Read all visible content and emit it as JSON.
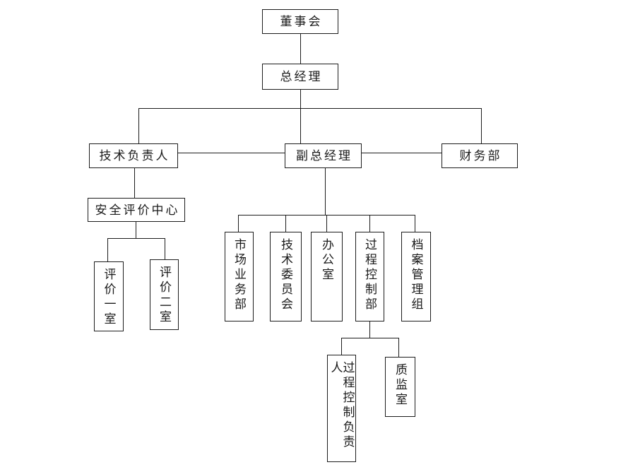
{
  "diagram": {
    "type": "org-chart",
    "nodes": {
      "board": {
        "label": "董事会"
      },
      "general_manager": {
        "label": "总经理"
      },
      "technical_lead": {
        "label": "技术负责人"
      },
      "deputy_general_manager": {
        "label": "副总经理"
      },
      "finance_dept": {
        "label": "财务部"
      },
      "safety_evaluation_center": {
        "label": "安全评价中心"
      },
      "evaluation_room_1": {
        "label": "评价一室"
      },
      "evaluation_room_2": {
        "label": "评价二室"
      },
      "market_business_dept": {
        "label": "市场业务部"
      },
      "technical_committee": {
        "label": "技术委员会"
      },
      "office": {
        "label": "办公室"
      },
      "process_control_dept": {
        "label": "过程控制部"
      },
      "archives_management_group": {
        "label": "档案管理组"
      },
      "process_control_lead": {
        "label": "过程控制负责人"
      },
      "quality_supervision_room": {
        "label": "质监室"
      }
    },
    "edges": [
      {
        "from": "board",
        "to": "general_manager",
        "type": "hierarchy"
      },
      {
        "from": "general_manager",
        "to": "technical_lead",
        "type": "hierarchy"
      },
      {
        "from": "general_manager",
        "to": "deputy_general_manager",
        "type": "hierarchy"
      },
      {
        "from": "general_manager",
        "to": "finance_dept",
        "type": "hierarchy"
      },
      {
        "from": "technical_lead",
        "to": "deputy_general_manager",
        "type": "lateral"
      },
      {
        "from": "deputy_general_manager",
        "to": "finance_dept",
        "type": "lateral"
      },
      {
        "from": "technical_lead",
        "to": "safety_evaluation_center",
        "type": "hierarchy"
      },
      {
        "from": "safety_evaluation_center",
        "to": "evaluation_room_1",
        "type": "hierarchy"
      },
      {
        "from": "safety_evaluation_center",
        "to": "evaluation_room_2",
        "type": "hierarchy"
      },
      {
        "from": "deputy_general_manager",
        "to": "market_business_dept",
        "type": "hierarchy"
      },
      {
        "from": "deputy_general_manager",
        "to": "technical_committee",
        "type": "hierarchy"
      },
      {
        "from": "deputy_general_manager",
        "to": "office",
        "type": "hierarchy"
      },
      {
        "from": "deputy_general_manager",
        "to": "process_control_dept",
        "type": "hierarchy"
      },
      {
        "from": "deputy_general_manager",
        "to": "archives_management_group",
        "type": "hierarchy"
      },
      {
        "from": "process_control_dept",
        "to": "process_control_lead",
        "type": "hierarchy"
      },
      {
        "from": "process_control_dept",
        "to": "quality_supervision_room",
        "type": "hierarchy"
      }
    ],
    "colors": {
      "background": "#ffffff",
      "line": "#1c1c1c",
      "box_border": "#1c1c1c",
      "box_fill": "#ffffff",
      "text": "#1a1a1a"
    }
  }
}
